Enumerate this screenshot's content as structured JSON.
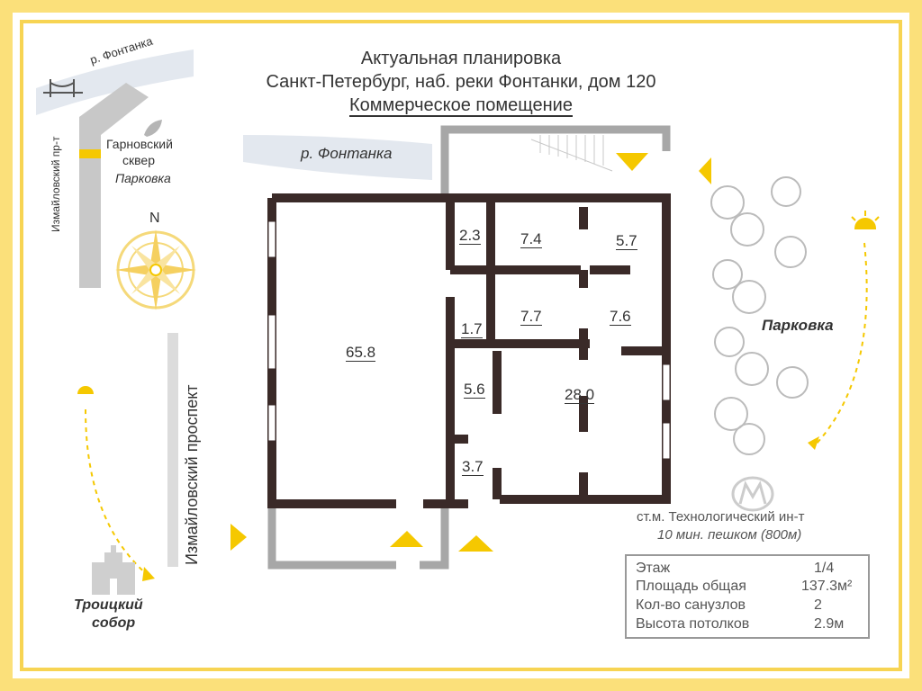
{
  "title": {
    "line1": "Актуальная планировка",
    "line2": "Санкт-Петербург, наб. реки Фонтанки, дом 120",
    "line3": "Коммерческое помещение"
  },
  "map": {
    "river_small": "р. Фонтанка",
    "avenue_small": "Измайловский пр-т",
    "park_line1": "Гарновский",
    "park_line2": "сквер",
    "parking_small": "Парковка",
    "north": "N",
    "river_big": "р. Фонтанка",
    "avenue_big": "Измайловский проспект",
    "parking_big": "Парковка",
    "cathedral_line1": "Троицкий",
    "cathedral_line2": "собор"
  },
  "metro": {
    "station": "ст.м. Технологический ин-т",
    "walk": "10 мин. пешком (800м)"
  },
  "rooms": [
    "65.8",
    "2.3",
    "7.4",
    "5.7",
    "1.7",
    "7.7",
    "7.6",
    "5.6",
    "28.0",
    "3.7"
  ],
  "info": {
    "rows": [
      {
        "label": "Этаж",
        "value": "1/4"
      },
      {
        "label": "Площадь общая",
        "value": "137.3м²"
      },
      {
        "label": "Кол-во санузлов",
        "value": "2"
      },
      {
        "label": "Высота потолков",
        "value": "2.9м"
      }
    ]
  },
  "colors": {
    "frame": "#fbe07a",
    "accent": "#f5c800",
    "wall": "#3a2a28",
    "river": "#dde4ec"
  },
  "icons": [
    "bridge-icon",
    "leaf-icon",
    "compass-icon",
    "sun-icon",
    "metro-icon",
    "cathedral-icon",
    "entrance-arrow-icon",
    "tree-icon"
  ]
}
